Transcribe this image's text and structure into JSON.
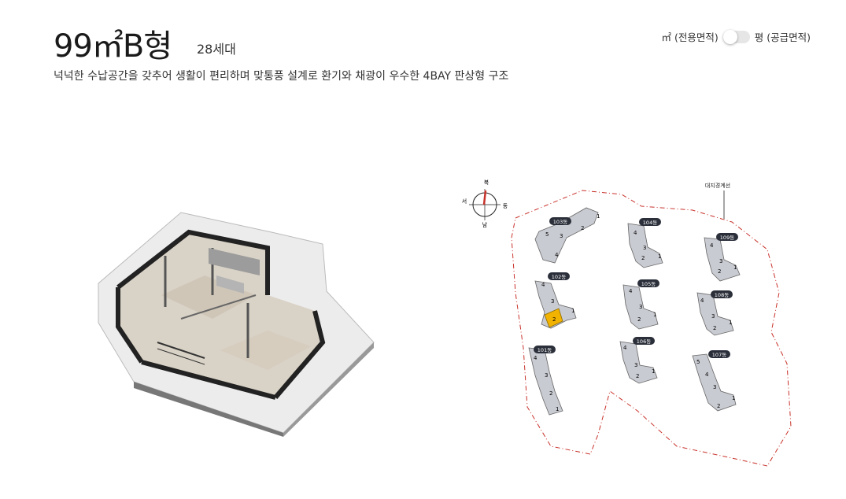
{
  "header": {
    "title": "99㎡B형",
    "households": "28세대",
    "description": "넉넉한 수납공간을 갖추어 생활이 편리하며 맞통풍 설계로 환기와 채광이 우수한 4BAY 판상형 구조"
  },
  "unit_toggle": {
    "left_label": "㎡ (전용면적)",
    "right_label": "평 (공급면적)",
    "state": "left"
  },
  "floorplan": {
    "icon": "isometric-floorplan"
  },
  "siteplan": {
    "boundary_label": "대지경계선",
    "compass": {
      "north": "북",
      "south": "남",
      "east": "동",
      "west": "서"
    },
    "buildings": [
      {
        "label": "101동"
      },
      {
        "label": "102동"
      },
      {
        "label": "103동"
      },
      {
        "label": "104동"
      },
      {
        "label": "105동"
      },
      {
        "label": "106동"
      },
      {
        "label": "107동"
      },
      {
        "label": "108동"
      },
      {
        "label": "109동"
      }
    ],
    "highlight_building": "102동",
    "highlight_line": "2",
    "colors": {
      "building": "#c9cbd2",
      "highlight": "#f2b200",
      "boundary": "#c8322b",
      "badge": "#2b2f3a"
    }
  }
}
